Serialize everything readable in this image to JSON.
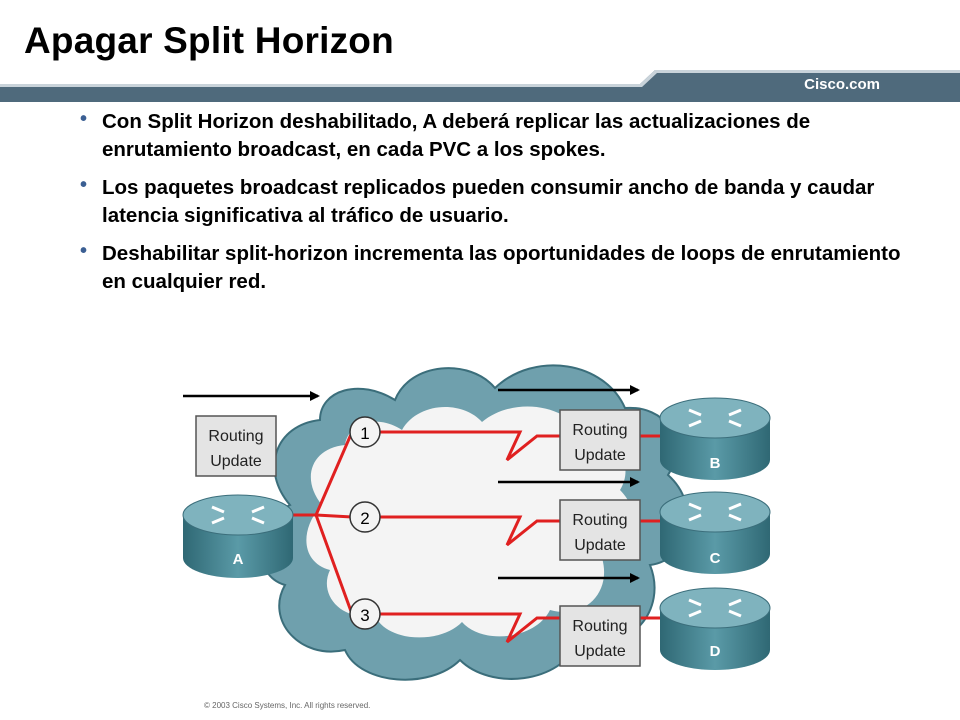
{
  "slide": {
    "title": "Apagar Split Horizon",
    "brand": "Cisco.com",
    "copyright": "© 2003 Cisco Systems, Inc. All rights reserved."
  },
  "bullets": [
    "Con Split Horizon deshabilitado, A deberá replicar las actualizaciones de enrutamiento broadcast, en cada PVC a los spokes.",
    "Los paquetes broadcast replicados pueden consumir ancho de banda y caudar latencia significativa al tráfico de usuario.",
    "Deshabilitar split-horizon incrementa las oportunidades de loops de enrutamiento en cualquier red."
  ],
  "diagram": {
    "hub_router": "A",
    "spoke_routers": [
      "B",
      "C",
      "D"
    ],
    "pvc_labels": [
      "1",
      "2",
      "3"
    ],
    "update_line1": "Routing",
    "update_line2": "Update"
  },
  "colors": {
    "brandbar": "#4f6a7c",
    "bullet": "#3b5f93",
    "pvc_line": "#e02020",
    "cloud": "#6fa0ad",
    "router": "#4a8a97",
    "update_box": "#e4e4e4"
  }
}
